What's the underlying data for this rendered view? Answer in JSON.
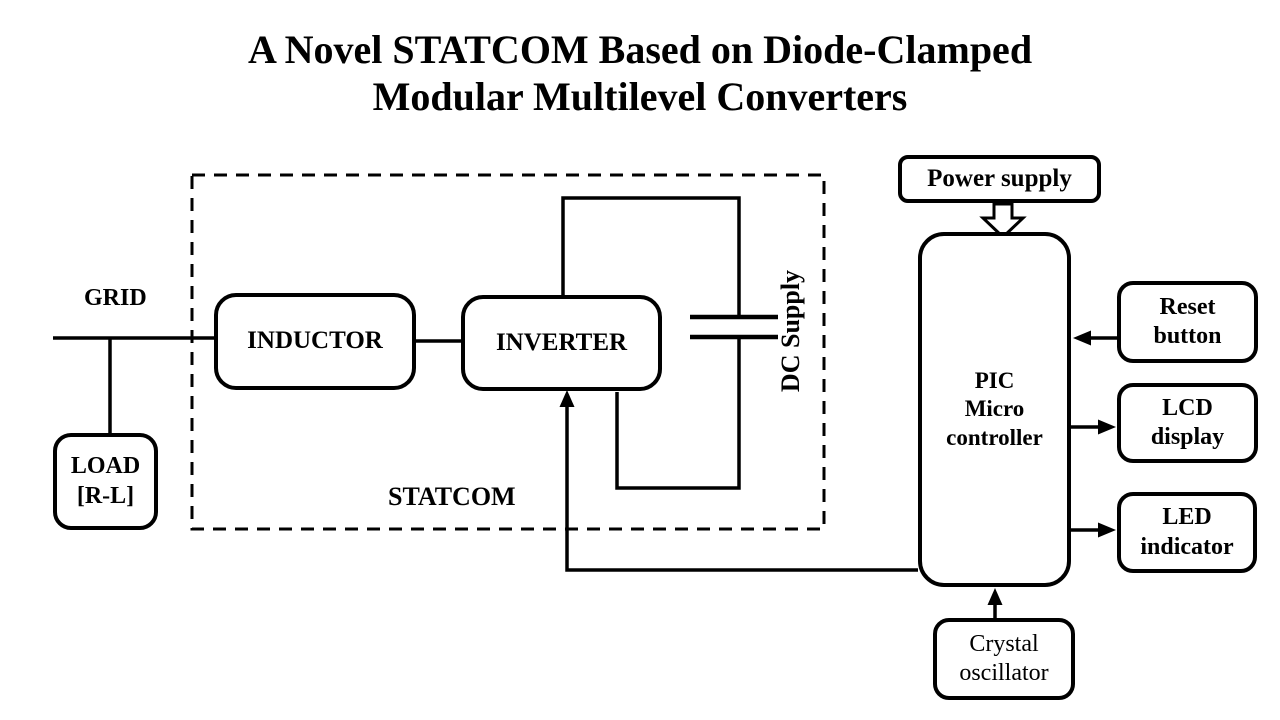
{
  "title": "A Novel STATCOM Based on Diode-Clamped\nModular Multilevel Converters",
  "labels": {
    "grid": "GRID",
    "load": "LOAD\n[R-L]",
    "inductor": "INDUCTOR",
    "inverter": "INVERTER",
    "statcom": "STATCOM",
    "dc_supply": "DC Supply",
    "power_supply": "Power supply",
    "pic": "PIC\nMicro\ncontroller",
    "reset": "Reset\nbutton",
    "lcd": "LCD\ndisplay",
    "led": "LED\nindicator",
    "crystal": "Crystal\noscillator"
  },
  "colors": {
    "line": "#000000",
    "background": "#ffffff",
    "text": "#000000"
  }
}
